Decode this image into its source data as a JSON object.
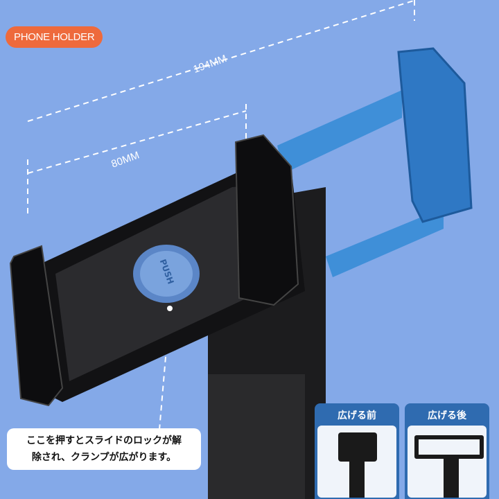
{
  "badge": "PHONE HOLDER",
  "dimensions": {
    "max": "194MM",
    "min": "80MM"
  },
  "push_label": "PUSH",
  "callout": {
    "line1": "ここを押すとスライドのロックが解",
    "line2": "除され、クランプが広がります。"
  },
  "panels": [
    {
      "label": "広げる前"
    },
    {
      "label": "広げる後"
    }
  ]
}
